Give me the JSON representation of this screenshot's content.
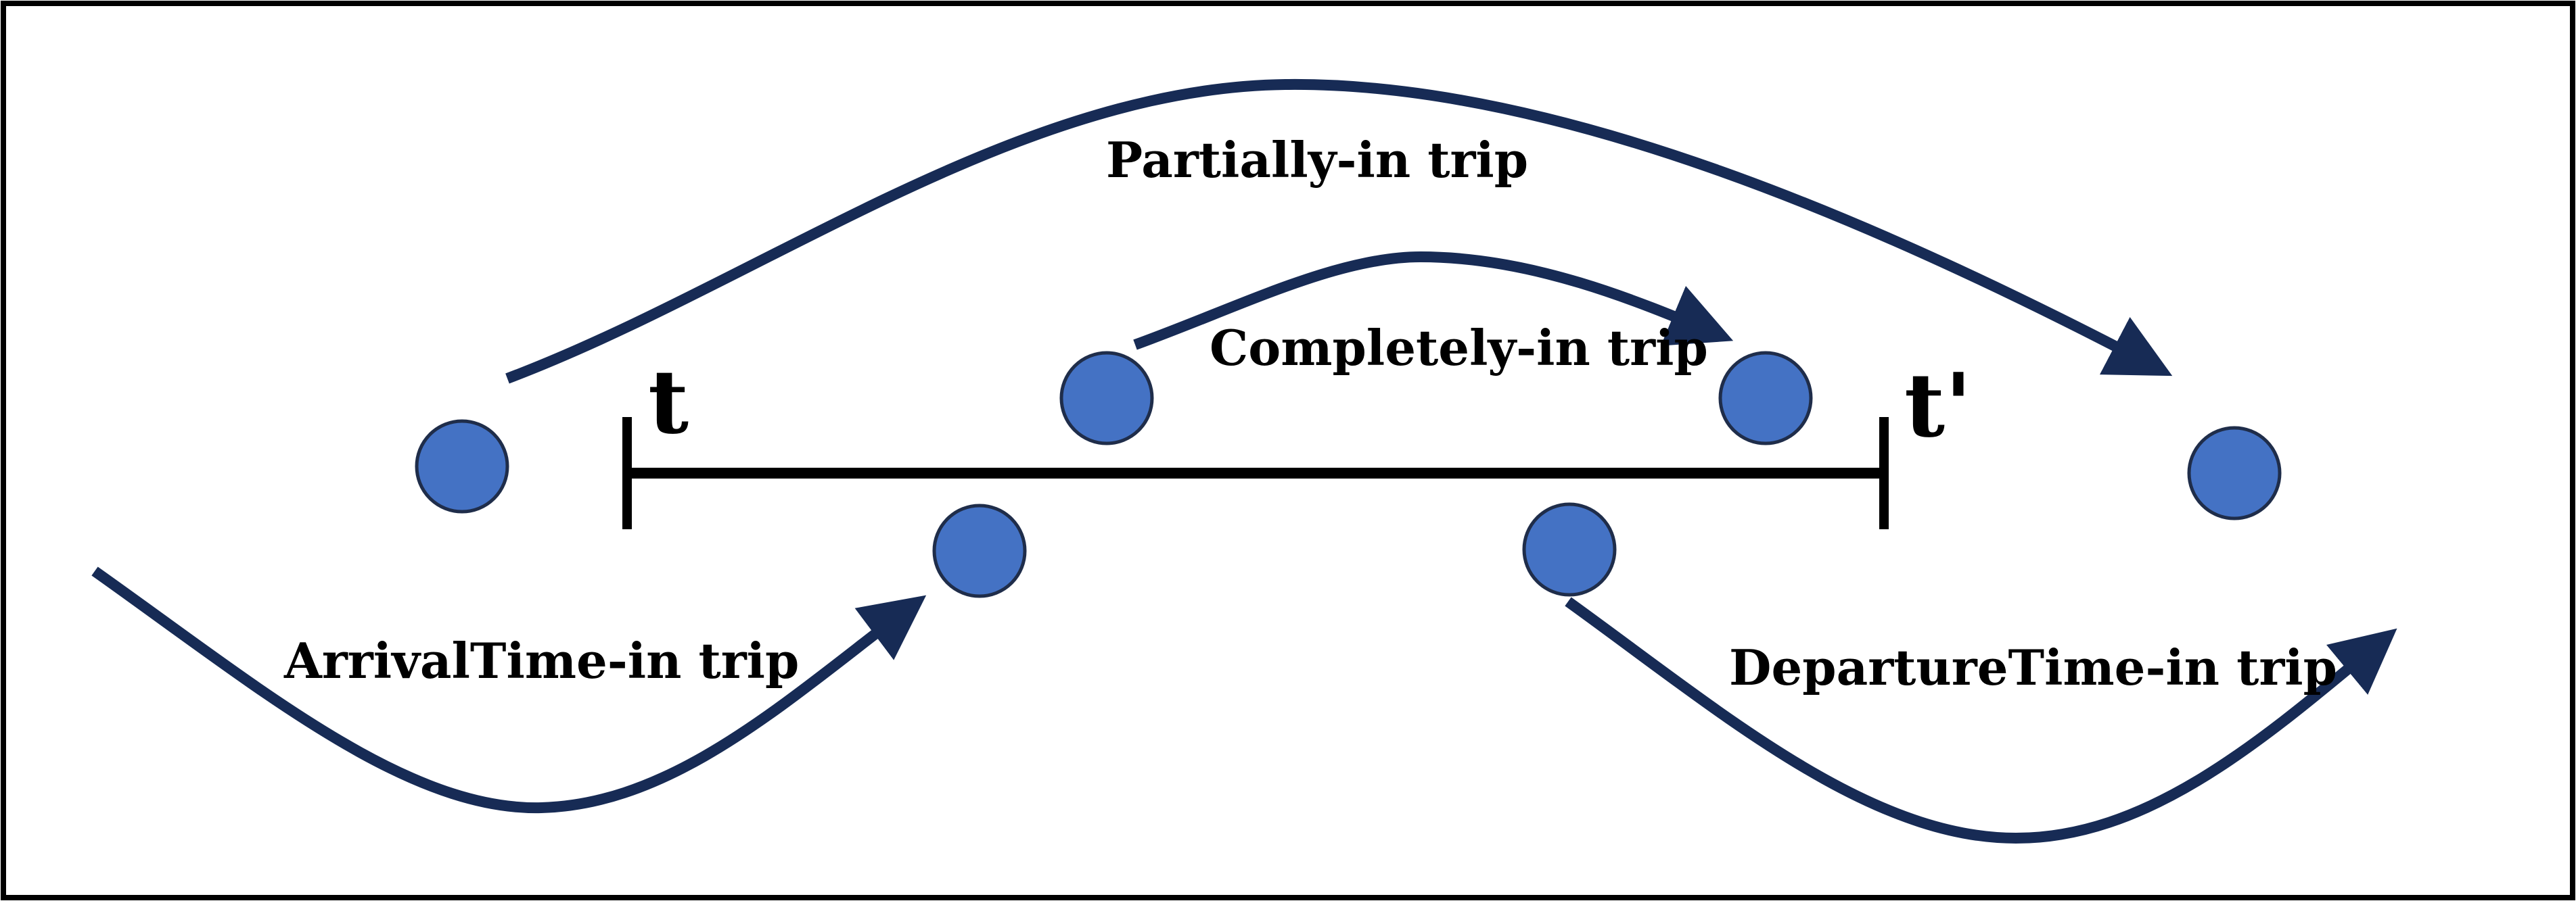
{
  "diagram": {
    "interval": {
      "start_label": "t",
      "end_label": "t'"
    },
    "trips": {
      "partially_in": "Partially-in trip",
      "completely_in": "Completely-in trip",
      "arrival_time_in": "ArrivalTime-in trip",
      "departure_time_in": "DepartureTime-in trip"
    },
    "colors": {
      "arrow": "#172b55",
      "node_fill": "#4472c4",
      "node_stroke": "#1f2d4a",
      "timeline": "#000000",
      "frame": "#000000"
    }
  }
}
